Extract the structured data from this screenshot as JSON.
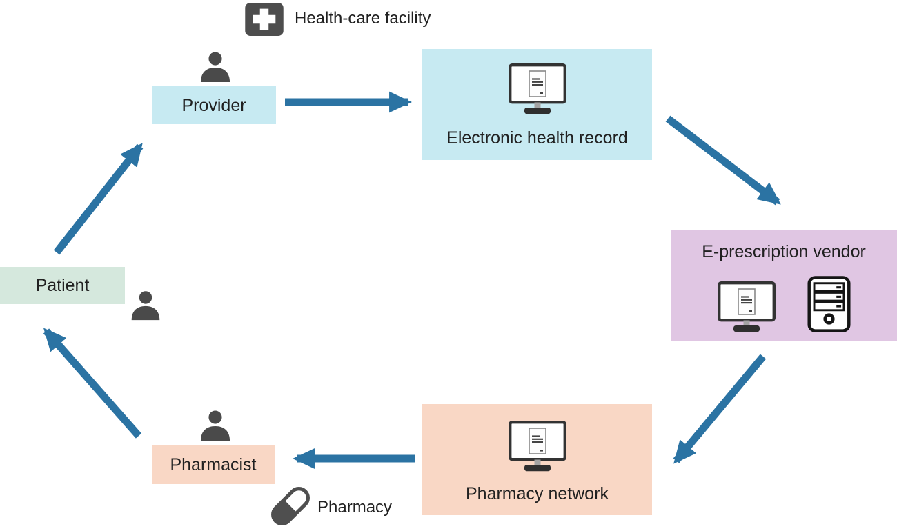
{
  "colors": {
    "arrow": "#2b73a3",
    "box_cyan": "#c7eaf2",
    "box_mint": "#d5e8dd",
    "box_peach": "#f9d7c5",
    "box_lavender": "#e0c6e3",
    "icon_dark": "#4a4a4a",
    "text": "#212121"
  },
  "nodes": {
    "health_care_facility": {
      "label": "Health-care facility",
      "icon": "medical-cross-icon"
    },
    "provider": {
      "label": "Provider",
      "icon": "person-icon"
    },
    "electronic_health_record": {
      "label": "Electronic health record",
      "icon": "monitor-document-icon"
    },
    "e_prescription_vendor": {
      "label": "E-prescription vendor",
      "icons": [
        "monitor-document-icon",
        "server-tower-icon"
      ]
    },
    "pharmacy_network": {
      "label": "Pharmacy network",
      "icon": "monitor-document-icon"
    },
    "pharmacist": {
      "label": "Pharmacist",
      "icon": "person-icon"
    },
    "pharmacy": {
      "label": "Pharmacy",
      "icon": "pill-capsule-icon"
    },
    "patient": {
      "label": "Patient",
      "icon": "person-icon"
    }
  },
  "flows": [
    {
      "from": "patient",
      "to": "provider"
    },
    {
      "from": "provider",
      "to": "electronic_health_record"
    },
    {
      "from": "electronic_health_record",
      "to": "e_prescription_vendor"
    },
    {
      "from": "e_prescription_vendor",
      "to": "pharmacy_network"
    },
    {
      "from": "pharmacy_network",
      "to": "pharmacist"
    },
    {
      "from": "pharmacist",
      "to": "patient"
    }
  ]
}
